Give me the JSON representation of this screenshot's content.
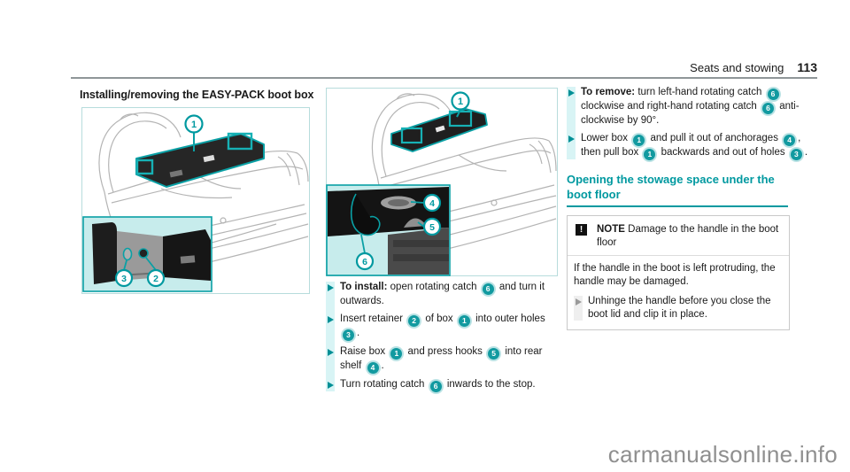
{
  "header": {
    "section": "Seats and stowing",
    "page_number": "113"
  },
  "left": {
    "heading": "Installing/removing the EASY-PACK boot box"
  },
  "figures": {
    "fig1_callouts": {
      "c1": "1",
      "c3": "3",
      "c2": "2"
    },
    "fig2_callouts": {
      "c1": "1",
      "c4": "4",
      "c5": "5",
      "c6": "6"
    }
  },
  "middle": {
    "install_steps": [
      [
        {
          "b": "To install:"
        },
        {
          "t": " open rotating catch "
        },
        {
          "c": "6"
        },
        {
          "t": " and turn it outwards."
        }
      ],
      [
        {
          "t": "Insert retainer "
        },
        {
          "c": "2"
        },
        {
          "t": " of box "
        },
        {
          "c": "1"
        },
        {
          "t": " into outer holes "
        },
        {
          "c": "3"
        },
        {
          "t": "."
        }
      ],
      [
        {
          "t": "Raise box "
        },
        {
          "c": "1"
        },
        {
          "t": " and press hooks "
        },
        {
          "c": "5"
        },
        {
          "t": " into rear shelf "
        },
        {
          "c": "4"
        },
        {
          "t": "."
        }
      ],
      [
        {
          "t": "Turn rotating catch "
        },
        {
          "c": "6"
        },
        {
          "t": " inwards to the stop."
        }
      ]
    ]
  },
  "right": {
    "remove_steps": [
      [
        {
          "b": "To remove:"
        },
        {
          "t": " turn left-hand rotating catch "
        },
        {
          "c": "6"
        },
        {
          "t": " clockwise and right-hand rotating catch "
        },
        {
          "c": "6"
        },
        {
          "t": " anti-clockwise by 90°."
        }
      ],
      [
        {
          "t": "Lower box "
        },
        {
          "c": "1"
        },
        {
          "t": " and pull it out of anchorages "
        },
        {
          "c": "4"
        },
        {
          "t": ", then pull box "
        },
        {
          "c": "1"
        },
        {
          "t": " backwards and out of holes "
        },
        {
          "c": "3"
        },
        {
          "t": "."
        }
      ]
    ],
    "section_heading": "Opening the stowage space under the boot floor",
    "note": {
      "icon": "!",
      "label": "NOTE",
      "title": " Damage to the handle in the boot floor",
      "body": "If the handle in the boot is left protruding, the handle may be damaged.",
      "steps": [
        [
          {
            "t": "Unhinge the handle before you close the boot lid and clip it in place."
          }
        ]
      ]
    }
  },
  "watermark": "carmanualsonline.info",
  "colors": {
    "accent_teal": "#0099a0",
    "light_teal_strip": "#d8f4f5",
    "inset_background": "#c7ecec",
    "note_border": "#c9c9c9",
    "watermark_gray": "#8f8f8f"
  }
}
